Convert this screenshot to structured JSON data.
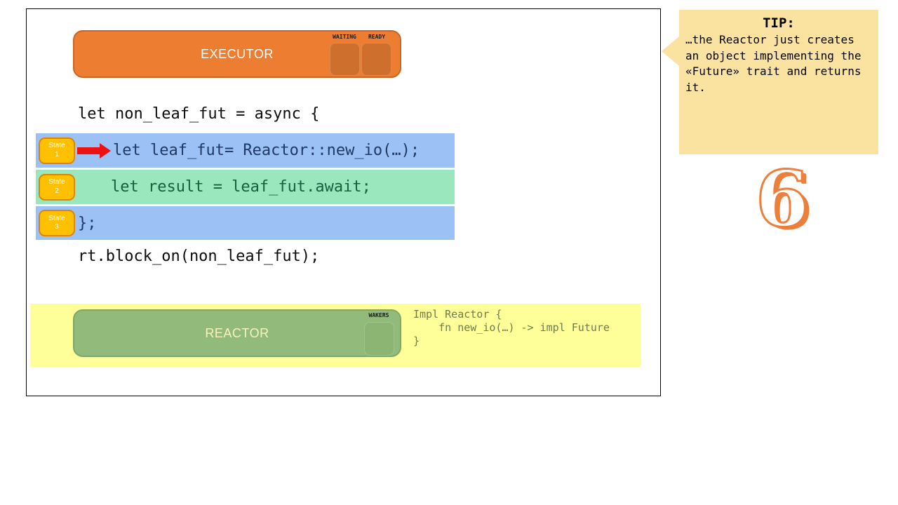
{
  "diagram": {
    "executor": {
      "label": "EXECUTOR",
      "waiting_label": "WAITING",
      "ready_label": "READY"
    },
    "code": {
      "line1": "let non_leaf_fut = async {",
      "state1": {
        "badge_top": "State",
        "badge_num": "1",
        "code": "let leaf_fut= Reactor::new_io(…);"
      },
      "state2": {
        "badge_top": "State",
        "badge_num": "2",
        "code": "let result = leaf_fut.await;"
      },
      "state3": {
        "badge_top": "State",
        "badge_num": "3",
        "code": "};"
      },
      "line_last": "rt.block_on(non_leaf_fut);"
    },
    "reactor": {
      "label": "REACTOR",
      "wakers_label": "WAKERS",
      "impl_code": "Impl Reactor {\n    fn new_io(…) -> impl Future\n}"
    }
  },
  "tip": {
    "title": "TIP:",
    "body": "…the Reactor just creates\nan object implementing the\n«Future» trait and returns\nit."
  },
  "step_number": "6",
  "colors": {
    "executor_orange": "#ED7D31",
    "executor_slot_orange": "#CE6F2D",
    "reactor_green": "#92BB7B",
    "band_yellow": "#FFFF99",
    "row_blue": "#9CC2F5",
    "row_green": "#9BE7BD",
    "badge_yellow": "#FFC000",
    "badge_border_orange": "#DF8300",
    "arrow_red": "#EE1111",
    "tip_gold": "#FAE3A1",
    "code_navy": "#1F3864",
    "code_dark_green": "#15603D",
    "code_olive": "#6F7C4D",
    "number_orange": "#EC7F3B"
  }
}
